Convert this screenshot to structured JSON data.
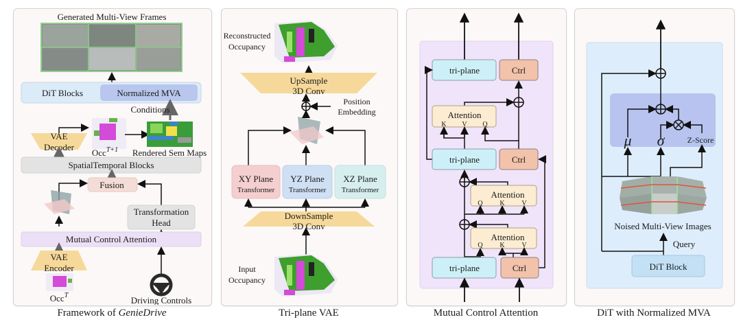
{
  "panels": [
    {
      "caption_prefix": "Framework of ",
      "caption_em": "GenieDrive",
      "generated_frames_label": "Generated Multi-View Frames",
      "dit_blocks_label": "DiT Blocks",
      "normalized_mva_label": "Normalized MVA",
      "conditions_label": "Conditions",
      "vae_decoder_line1": "VAE",
      "vae_decoder_line2": "Decoder",
      "occ_next_label": "Occ",
      "occ_next_sup": "T+1",
      "rendered_sem_maps_label": "Rendered Sem Maps",
      "spatiotemporal_label": "SpatialTemporal Blocks",
      "fusion_label": "Fusion",
      "transformation_head_line1": "Transformation",
      "transformation_head_line2": "Head",
      "mutual_control_label": "Mutual Control Attention",
      "vae_encoder_line1": "VAE",
      "vae_encoder_line2": "Encoder",
      "occ_label": "Occ",
      "occ_sup": "T",
      "driving_controls_label": "Driving Controls"
    },
    {
      "caption": "Tri-plane VAE",
      "reconstructed_line1": "Reconstructed",
      "reconstructed_line2": "Occupancy",
      "upsample_line1": "UpSample",
      "upsample_line2": "3D Conv",
      "position_line1": "Position",
      "position_line2": "Embedding",
      "xy_line1": "XY Plane",
      "yz_line1": "YZ Plane",
      "xz_line1": "XZ Plane",
      "transformer_label": "Transformer",
      "downsample_line1": "DownSample",
      "downsample_line2": "3D Conv",
      "input_line1": "Input",
      "input_line2": "Occupancy"
    },
    {
      "caption": "Mutual Control Attention",
      "triplane_label": "tri-plane",
      "ctrl_label": "Ctrl",
      "attention_label": "Attention",
      "k": "K",
      "v": "V",
      "q": "Q"
    },
    {
      "caption": "DiT with Normalized MVA",
      "mu": "μ",
      "sigma": "σ",
      "zscore_label": "Z-Score",
      "noised_images_label": "Noised Multi-View Images",
      "query_label": "Query",
      "dit_block_label": "DiT Block"
    }
  ],
  "colors": {
    "blue_box": "#dcebf8",
    "mva_box": "#b9c7ee",
    "gray_box": "#e3e3e3",
    "fusion_box": "#f4ddd6",
    "mca_bar": "#ece0f7",
    "trapezoid": "#f6d99a",
    "xy": "#f5cfcf",
    "yz": "#cfe0f5",
    "xz": "#d6efee",
    "triplane": "#cdf0f8",
    "ctrl": "#f2c2aa",
    "attention": "#fbecd2",
    "mca_panel_bg": "#f0e4fa",
    "dit_panel_bg": "#deedfb",
    "norm_box": "#b8c4ef"
  }
}
